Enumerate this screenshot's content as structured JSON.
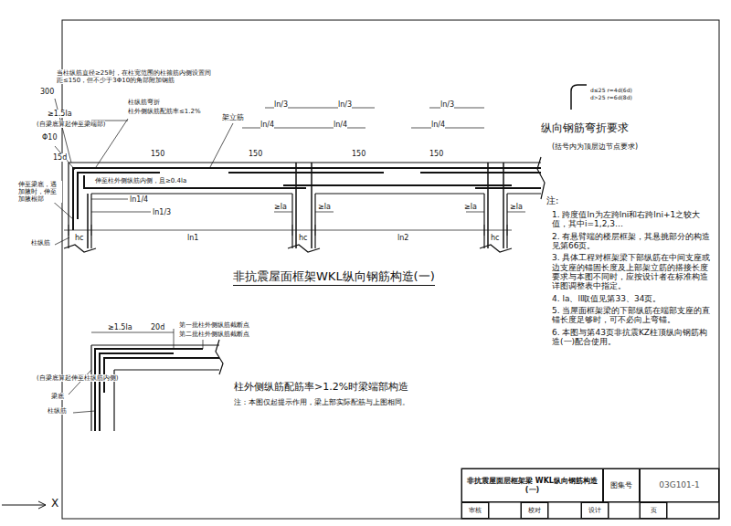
{
  "diagram": {
    "title": "非抗震屋面框架WKL纵向钢筋构造(一)",
    "nodes": [
      {
        "text": [
          "非抗震屋面层框架梁 WKL纵向钢筋构造(一)"
        ]
      },
      {
        "text": [
          "图集号"
        ]
      },
      {
        "text": [
          "03G101-1"
        ]
      },
      {
        "text": [
          "审核"
        ]
      },
      {
        "text": [
          "校对"
        ]
      },
      {
        "text": [
          "设计"
        ]
      },
      {
        "text": [
          "页"
        ]
      }
    ],
    "labels": [
      "300",
      "当柱纵筋直径≥25时，在柱宽范围的柱箍筋内侧设置间距≤150，但不少于3Φ10的角部附加钢筋",
      "≥1.5la",
      "(自梁底算起伸至梁端部)",
      "Φ10",
      "柱纵筋弯折",
      "柱外侧纵筋配筋率≤1.2%",
      "架立筋",
      "ln/3",
      "ln/4",
      "ln/3",
      "ln/4",
      "ln/3",
      "ln/4",
      "150",
      "150",
      "150",
      "150",
      "15d",
      "伸至梁底，遇加腋时，伸至加腋根部",
      "伸至柱外侧纵筋内侧，且≥0.4la",
      "ln1/4",
      "ln1/3",
      "≥la",
      "≥la",
      "≥la",
      "≥la",
      "hc",
      "hc",
      "hc",
      "ln1",
      "ln2",
      "柱纵筋",
      "纵向钢筋弯折要求",
      "(括号内为顶层边节点要求)",
      "d≤25 r=4d(6d)",
      "d>25 r=6d(8d)",
      "注:",
      "1. 跨度值ln为左跨lni和右跨lni+1之较大值，其中i=1,2,3…",
      "2. 有悬臂端的楼层框架，其悬挑部分的构造见第66页。",
      "3. 具体工程对框架梁下部纵筋在中间支座或边支座的锚固长度及上部架立筋的搭接长度要求与本图不同时，应按设计者在标准构造详图调整表中指定。",
      "4. la、ll取值见第33、34页。",
      "5. 当屋面框架梁的下部纵筋在端部支座的直锚长度足够时，可不必向上弯锚。",
      "6. 本图与第43页非抗震KZ柱顶纵向钢筋构造(一)配合使用。",
      "≥1.5la",
      "20d",
      "第一批柱外侧纵筋截断点",
      "第二批柱外侧纵筋截断点",
      "(自梁底算起伸至柱纵筋内侧)",
      "梁底",
      "柱纵筋",
      "柱外侧纵筋配筋率>1.2%时梁端部构造",
      "注：本图仅起提示作用，梁上部实际配筋与上图相同。",
      "X"
    ]
  }
}
